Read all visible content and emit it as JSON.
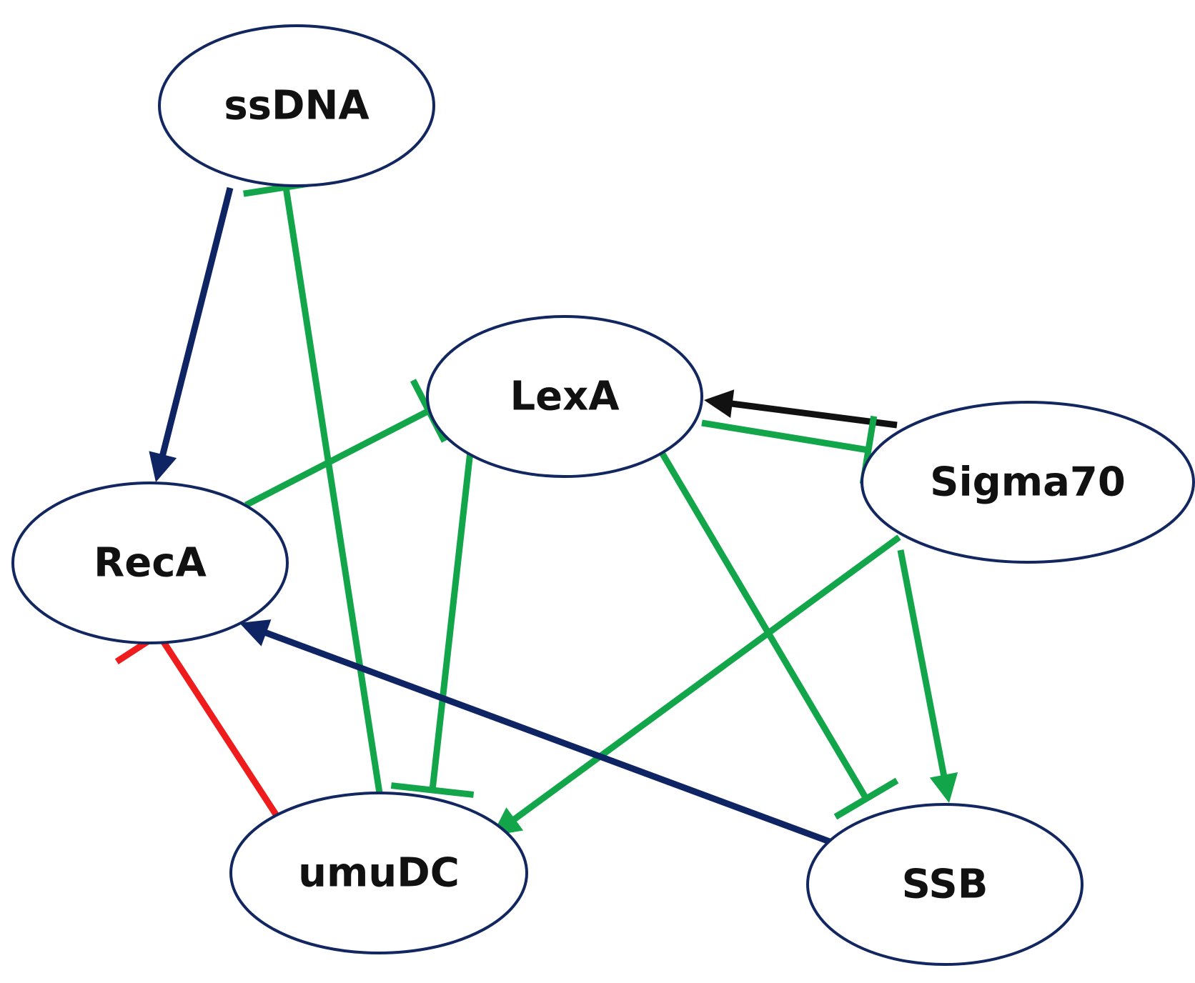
{
  "colors": {
    "green": "#12a54a",
    "navy": "#0f2563",
    "black": "#111111",
    "red": "#ee1c1c",
    "node_stroke": "#12265f"
  },
  "nodes": [
    {
      "id": "ssDNA",
      "label": "ssDNA"
    },
    {
      "id": "LexA",
      "label": "LexA"
    },
    {
      "id": "Sigma70",
      "label": "Sigma70"
    },
    {
      "id": "RecA",
      "label": "RecA"
    },
    {
      "id": "umuDC",
      "label": "umuDC"
    },
    {
      "id": "SSB",
      "label": "SSB"
    }
  ],
  "edges": [
    {
      "from": "ssDNA",
      "to": "RecA",
      "type": "activation",
      "color": "navy"
    },
    {
      "from": "umuDC",
      "to": "ssDNA",
      "type": "inhibition",
      "color": "green"
    },
    {
      "from": "RecA",
      "to": "LexA",
      "type": "inhibition",
      "color": "green"
    },
    {
      "from": "LexA",
      "to": "umuDC",
      "type": "inhibition",
      "color": "green"
    },
    {
      "from": "Sigma70",
      "to": "LexA",
      "type": "activation",
      "color": "black"
    },
    {
      "from": "LexA",
      "to": "Sigma70",
      "type": "inhibition",
      "color": "green"
    },
    {
      "from": "LexA",
      "to": "SSB",
      "type": "inhibition",
      "color": "green"
    },
    {
      "from": "Sigma70",
      "to": "umuDC",
      "type": "activation",
      "color": "green"
    },
    {
      "from": "Sigma70",
      "to": "SSB",
      "type": "activation",
      "color": "green"
    },
    {
      "from": "SSB",
      "to": "RecA",
      "type": "activation",
      "color": "navy"
    },
    {
      "from": "umuDC",
      "to": "RecA",
      "type": "inhibition",
      "color": "red"
    }
  ]
}
